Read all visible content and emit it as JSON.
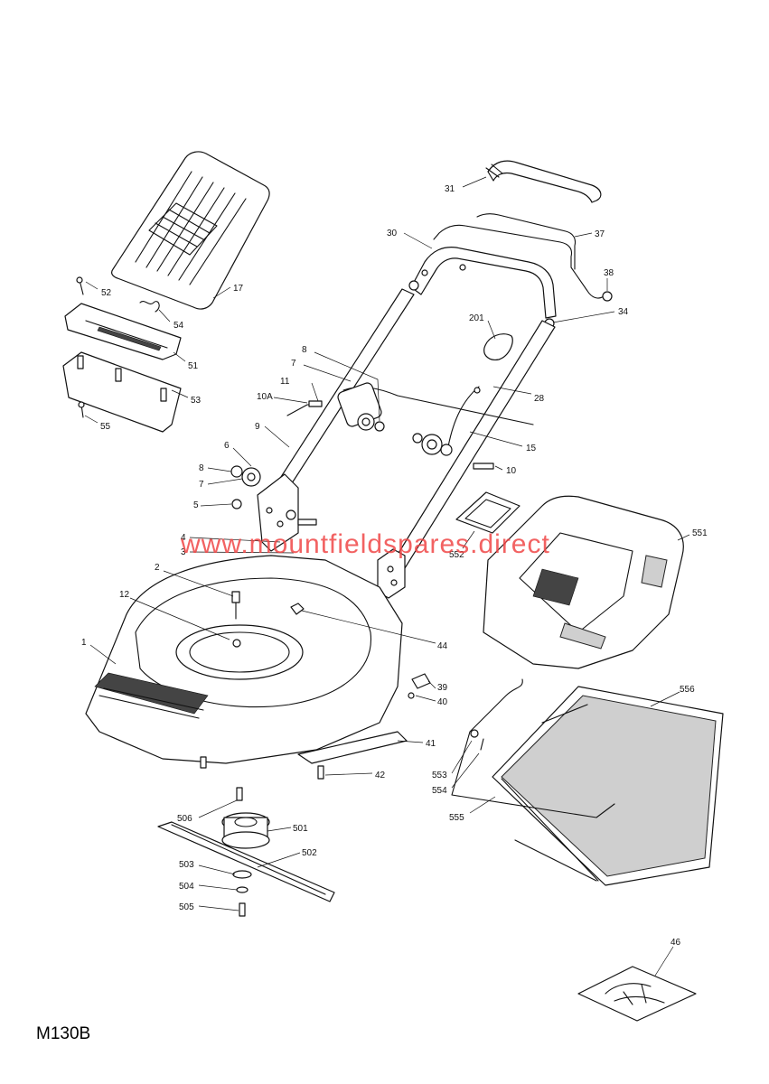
{
  "model_code": "M130B",
  "watermark": "www.mountfieldspares.direct",
  "part_labels": [
    {
      "id": "31"
    },
    {
      "id": "30"
    },
    {
      "id": "37"
    },
    {
      "id": "38"
    },
    {
      "id": "34"
    },
    {
      "id": "201"
    },
    {
      "id": "17"
    },
    {
      "id": "52"
    },
    {
      "id": "54"
    },
    {
      "id": "51"
    },
    {
      "id": "53"
    },
    {
      "id": "55"
    },
    {
      "id": "8"
    },
    {
      "id": "7"
    },
    {
      "id": "11"
    },
    {
      "id": "10A"
    },
    {
      "id": "9"
    },
    {
      "id": "6"
    },
    {
      "id": "8"
    },
    {
      "id": "7"
    },
    {
      "id": "5"
    },
    {
      "id": "4"
    },
    {
      "id": "3"
    },
    {
      "id": "28"
    },
    {
      "id": "15"
    },
    {
      "id": "10"
    },
    {
      "id": "552"
    },
    {
      "id": "551"
    },
    {
      "id": "2"
    },
    {
      "id": "12"
    },
    {
      "id": "1"
    },
    {
      "id": "44"
    },
    {
      "id": "39"
    },
    {
      "id": "40"
    },
    {
      "id": "41"
    },
    {
      "id": "42"
    },
    {
      "id": "556"
    },
    {
      "id": "553"
    },
    {
      "id": "554"
    },
    {
      "id": "555"
    },
    {
      "id": "506"
    },
    {
      "id": "501"
    },
    {
      "id": "502"
    },
    {
      "id": "503"
    },
    {
      "id": "504"
    },
    {
      "id": "505"
    },
    {
      "id": "46"
    }
  ]
}
